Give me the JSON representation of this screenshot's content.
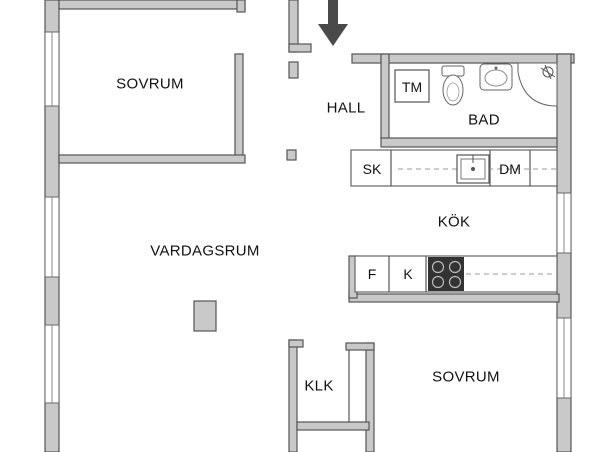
{
  "rooms": {
    "sovrum_top": "SOVRUM",
    "hall": "HALL",
    "bad": "BAD",
    "kok": "KÖK",
    "vardagsrum": "VARDAGSRUM",
    "klk": "KLK",
    "sovrum_bottom": "SOVRUM"
  },
  "fixtures": {
    "tm": "TM",
    "sk": "SK",
    "dm": "DM",
    "f": "F",
    "k": "K"
  },
  "colors": {
    "wall_fill": "#c9c9c9",
    "wall_stroke": "#555555",
    "arrow": "#4a4a4a",
    "stove": "#333333",
    "column": "#c9c9c9"
  },
  "icons": [
    "entrance-arrow-icon",
    "toilet-icon",
    "washbasin-icon",
    "shower-icon",
    "sink-icon",
    "stove-icon"
  ]
}
